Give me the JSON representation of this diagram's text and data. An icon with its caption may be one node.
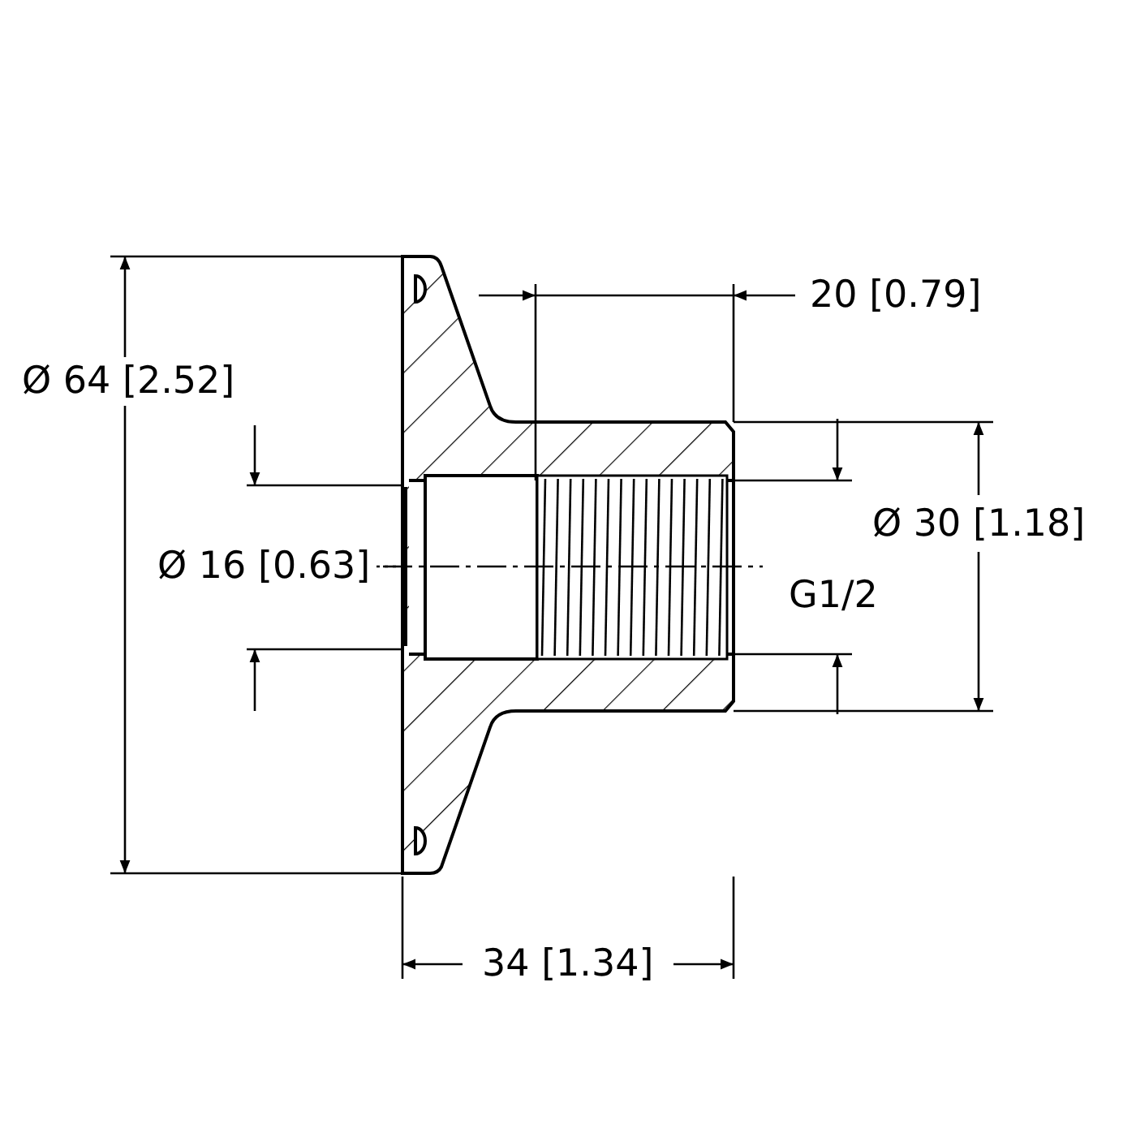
{
  "diagram": {
    "labels": [
      "20 [0.79]",
      "Ø 64 [2.52]",
      "Ø 30 [1.18]",
      "Ø 16 [0.63]",
      "G1/2",
      "34 [1.34]"
    ]
  }
}
